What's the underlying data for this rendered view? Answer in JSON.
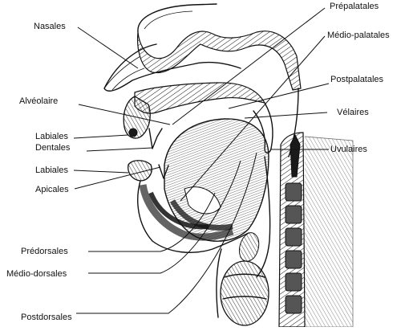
{
  "labels": {
    "nasales": "Nasales",
    "prepalatales": "Prépalatales",
    "medio_palatales": "Médio-palatales",
    "postpalatales": "Postpalatales",
    "alveolaire": "Alvéolaire",
    "velaires": "Vélaires",
    "labiales_top": "Labiales",
    "dentales": "Dentales",
    "uvulaires": "Uvulaires",
    "labiales_bottom": "Labiales",
    "apicales": "Apicales",
    "predorsales": "Prédorsales",
    "medio_dorsales": "Médio-dorsales",
    "postdorsales": "Postdorsales"
  }
}
